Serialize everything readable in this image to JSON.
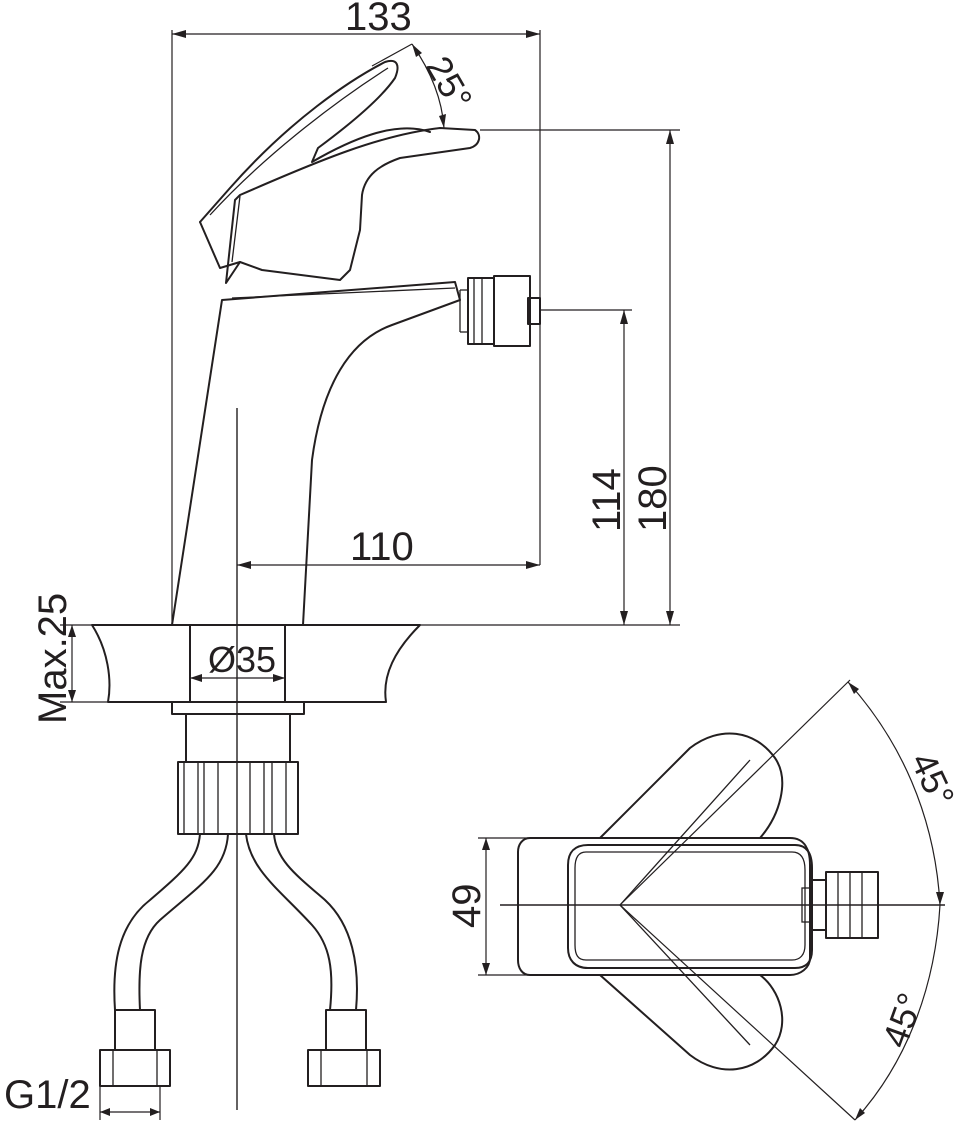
{
  "dimensions": {
    "overall_width": "133",
    "lever_angle": "25°",
    "total_height": "180",
    "outlet_height": "114",
    "reach": "110",
    "hole_diameter": "Ø35",
    "max_counter_thickness": "Max.25",
    "connection_thread": "G1/2",
    "base_width": "49",
    "rotation_upper": "45°",
    "rotation_lower": "45°"
  },
  "colors": {
    "line": "#231f20",
    "background": "#ffffff"
  }
}
